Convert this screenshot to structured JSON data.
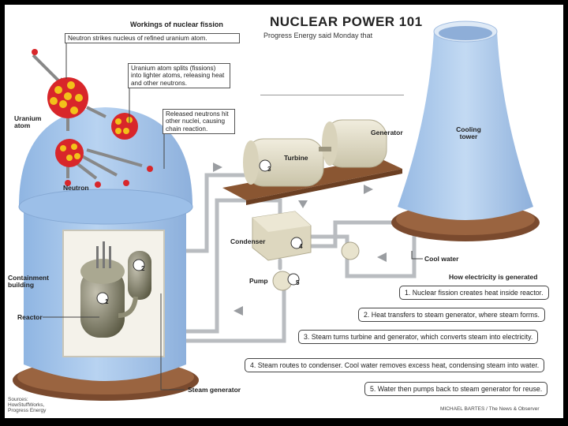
{
  "header": {
    "title": "NUCLEAR POWER 101",
    "subtitle": "Progress Energy said Monday that"
  },
  "fission": {
    "title": "Workings of nuclear fission",
    "callouts": [
      "Neutron strikes nucleus of refined uranium atom.",
      "Uranium atom splits (fissions) into lighter atoms, releasing heat and other neutrons.",
      "Released neutrons hit other nuclei, causing chain reaction."
    ],
    "labels": {
      "uranium_atom": "Uranium atom",
      "neutron": "Neutron"
    }
  },
  "components": {
    "containment": "Containment building",
    "reactor": "Reactor",
    "steam_generator": "Steam generator",
    "turbine": "Turbine",
    "generator": "Generator",
    "condenser": "Condenser",
    "pump": "Pump",
    "cooling_tower": "Cooling tower",
    "cool_water": "Cool water"
  },
  "markers": [
    "1",
    "2",
    "3",
    "4",
    "5"
  ],
  "steps": {
    "title": "How electricity is generated",
    "items": [
      "1. Nuclear fission creates heat inside reactor.",
      "2. Heat transfers to steam generator, where steam forms.",
      "3. Steam turns turbine and generator, which converts steam into electricity.",
      "4. Steam routes to condenser. Cool water removes excess heat, condensing steam into water.",
      "5. Water then pumps back to steam generator for reuse."
    ]
  },
  "footer": {
    "sources": [
      "Sources:",
      "HowStuffWorks,",
      "Progress Energy"
    ],
    "credit": "MICHAEL BARTES / The News & Observer"
  },
  "colors": {
    "building_blue": "#a9c9ec",
    "pipe_gray": "#b9bcc0",
    "base_brown": "#7a4a2e",
    "machine_beige": "#e4dfc9",
    "atom_red": "#d8262a",
    "atom_yellow": "#f2c21a"
  }
}
